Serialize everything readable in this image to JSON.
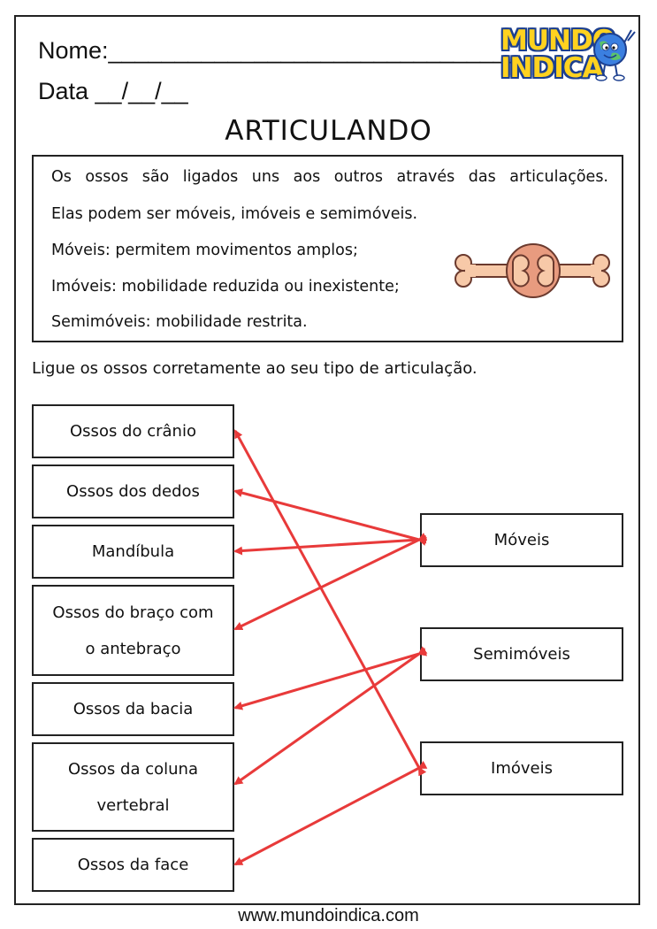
{
  "header": {
    "name_label": "Nome:_______________________________",
    "date_label": "Data __/__/__",
    "logo_line1": "MUNDO",
    "logo_line2": "INDICA"
  },
  "title": "ARTICULANDO",
  "info": {
    "lines": [
      "Os ossos são ligados uns aos outros através das articulações.",
      "Elas podem ser móveis, imóveis e semimóveis.",
      "Móveis: permitem movimentos amplos;",
      "Imóveis: mobilidade reduzida ou inexistente;",
      "Semimóveis: mobilidade restrita."
    ]
  },
  "instruction": "Ligue os ossos corretamente ao seu tipo de articulação.",
  "left_items": [
    {
      "line1": "Ossos do crânio",
      "line2": ""
    },
    {
      "line1": "Ossos dos dedos",
      "line2": ""
    },
    {
      "line1": "Mandíbula",
      "line2": ""
    },
    {
      "line1": "Ossos do braço com",
      "line2": "o antebraço"
    },
    {
      "line1": "Ossos da bacia",
      "line2": ""
    },
    {
      "line1": "Ossos da coluna",
      "line2": "vertebral"
    },
    {
      "line1": "Ossos da face",
      "line2": ""
    }
  ],
  "right_items": [
    {
      "label": "Móveis"
    },
    {
      "label": "Semimóveis"
    },
    {
      "label": "Imóveis"
    }
  ],
  "connections": [
    {
      "from": "Ossos do crânio",
      "to": "Imóveis"
    },
    {
      "from": "Ossos dos dedos",
      "to": "Móveis"
    },
    {
      "from": "Mandíbula",
      "to": "Móveis"
    },
    {
      "from": "Ossos do braço com o antebraço",
      "to": "Móveis"
    },
    {
      "from": "Ossos da bacia",
      "to": "Semimóveis"
    },
    {
      "from": "Ossos da coluna vertebral",
      "to": "Semimóveis"
    },
    {
      "from": "Ossos da face",
      "to": "Imóveis"
    }
  ],
  "colors": {
    "arrow": "#E83A3A",
    "logo_yellow": "#FFD21F",
    "logo_blue": "#1c3f8f",
    "bone_fill": "#F7C9A8",
    "joint_fill": "#E89B7F"
  },
  "icons": {
    "bone": "bone-joint-icon",
    "mascot": "globe-mascot-icon"
  },
  "footer": "www.mundoindica.com"
}
